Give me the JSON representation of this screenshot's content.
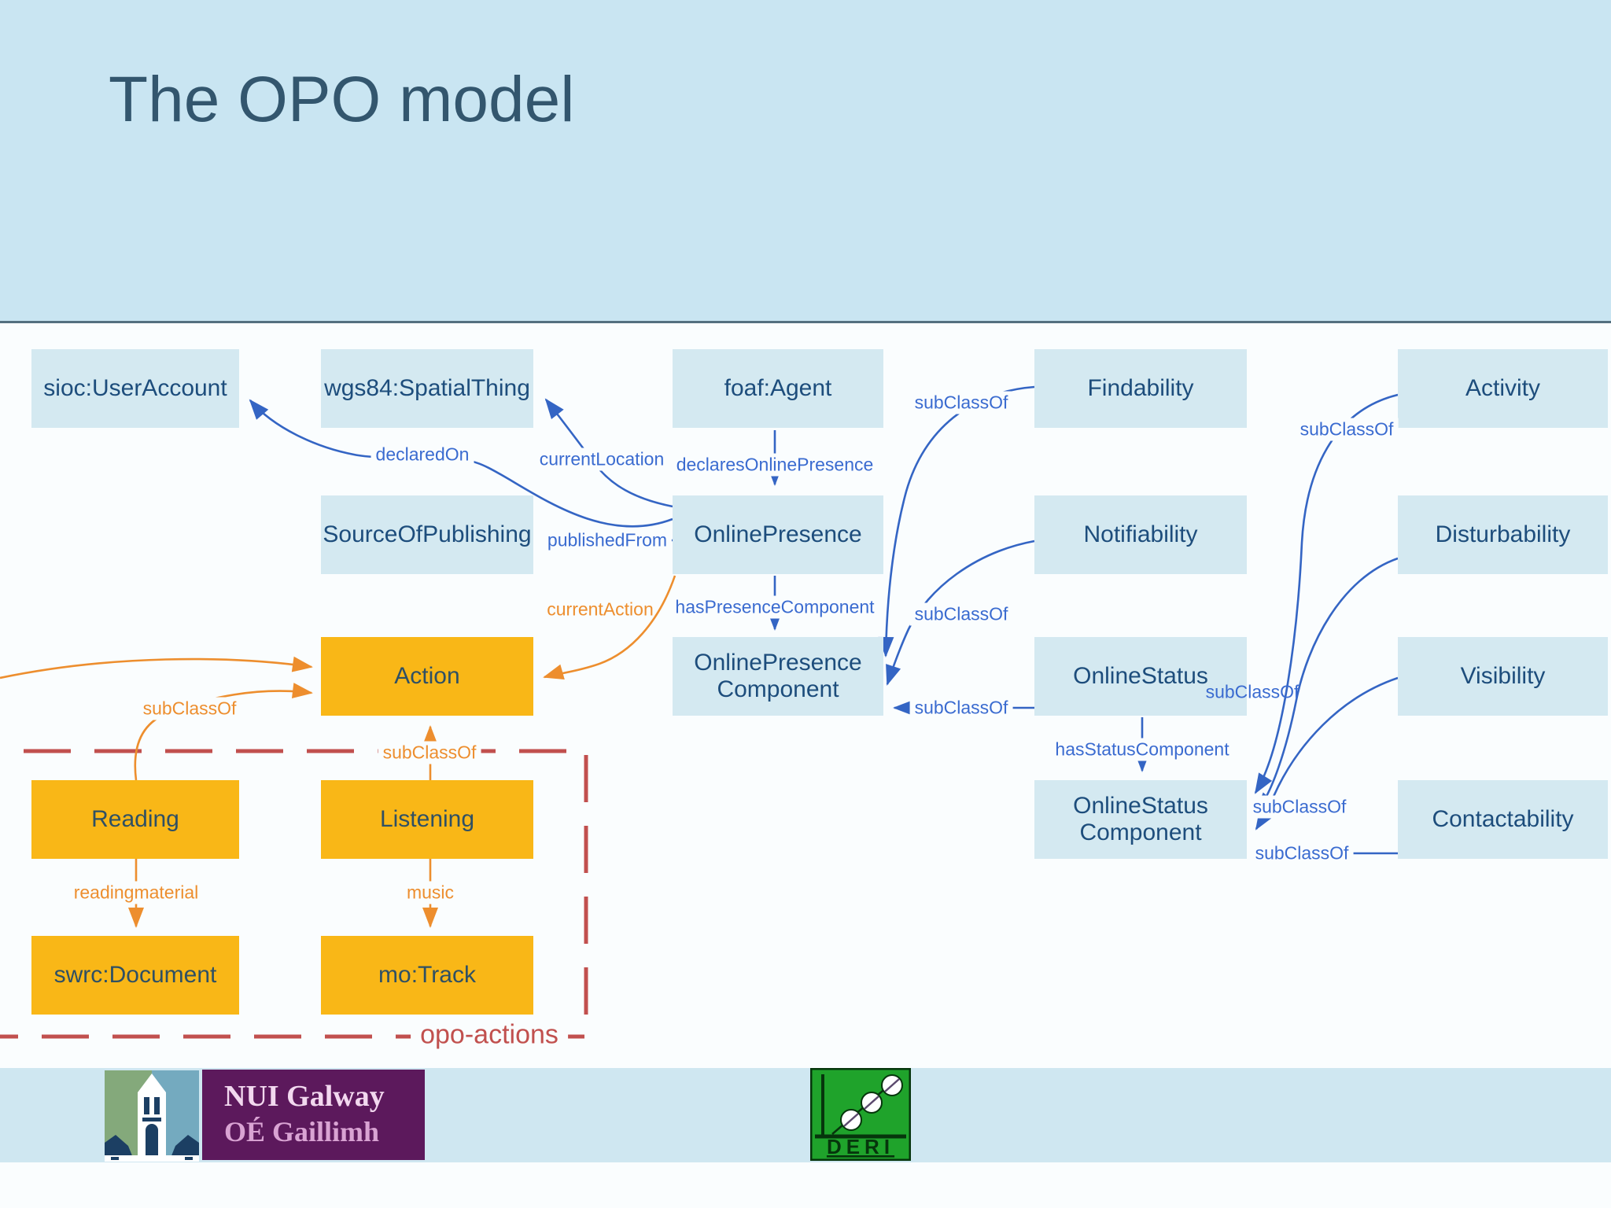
{
  "slide": {
    "title": "The OPO model"
  },
  "colors": {
    "header_bg": "#c9e5f2",
    "body_bg": "#fafdfe",
    "class_box_fill": "#d4e9f1",
    "class_box_text": "#1d4d7c",
    "action_box_fill": "#f9b717",
    "action_box_text": "#2f5064",
    "blue_edge": "#3465c4",
    "orange_edge": "#ed8e2e",
    "group_dash": "#c1504e",
    "nui_purple": "#5c195c",
    "deri_green": "#1fa32b"
  },
  "nodes": [
    {
      "id": "sioc-useraccount",
      "label": "sioc:UserAccount"
    },
    {
      "id": "wgs84-spatialthing",
      "label": "wgs84:SpatialThing"
    },
    {
      "id": "foaf-agent",
      "label": "foaf:Agent"
    },
    {
      "id": "findability",
      "label": "Findability"
    },
    {
      "id": "activity",
      "label": "Activity"
    },
    {
      "id": "source-of-publishing",
      "label": "SourceOfPublishing"
    },
    {
      "id": "online-presence",
      "label": "OnlinePresence"
    },
    {
      "id": "notifiability",
      "label": "Notifiability"
    },
    {
      "id": "disturbability",
      "label": "Disturbability"
    },
    {
      "id": "action",
      "label": "Action"
    },
    {
      "id": "online-presence-component",
      "label": "OnlinePresence Component"
    },
    {
      "id": "online-status",
      "label": "OnlineStatus"
    },
    {
      "id": "visibility",
      "label": "Visibility"
    },
    {
      "id": "reading",
      "label": "Reading"
    },
    {
      "id": "listening",
      "label": "Listening"
    },
    {
      "id": "online-status-component",
      "label": "OnlineStatus Component"
    },
    {
      "id": "contactability",
      "label": "Contactability"
    },
    {
      "id": "swrc-document",
      "label": "swrc:Document"
    },
    {
      "id": "mo-track",
      "label": "mo:Track"
    }
  ],
  "edge_labels": {
    "declared_on": "declaredOn",
    "current_location": "currentLocation",
    "declares_online_presence": "declaresOnlinePresence",
    "published_from": "publishedFrom",
    "has_presence_component": "hasPresenceComponent",
    "sub_class_of": "subClassOf",
    "has_status_component": "hasStatusComponent",
    "current_action": "currentAction",
    "reading_material": "readingmaterial",
    "music": "music"
  },
  "group": {
    "label": "opo-actions"
  },
  "footer": {
    "nui_line1": "NUI Galway",
    "nui_line2": "OÉ Gaillimh",
    "deri": "DERI"
  }
}
